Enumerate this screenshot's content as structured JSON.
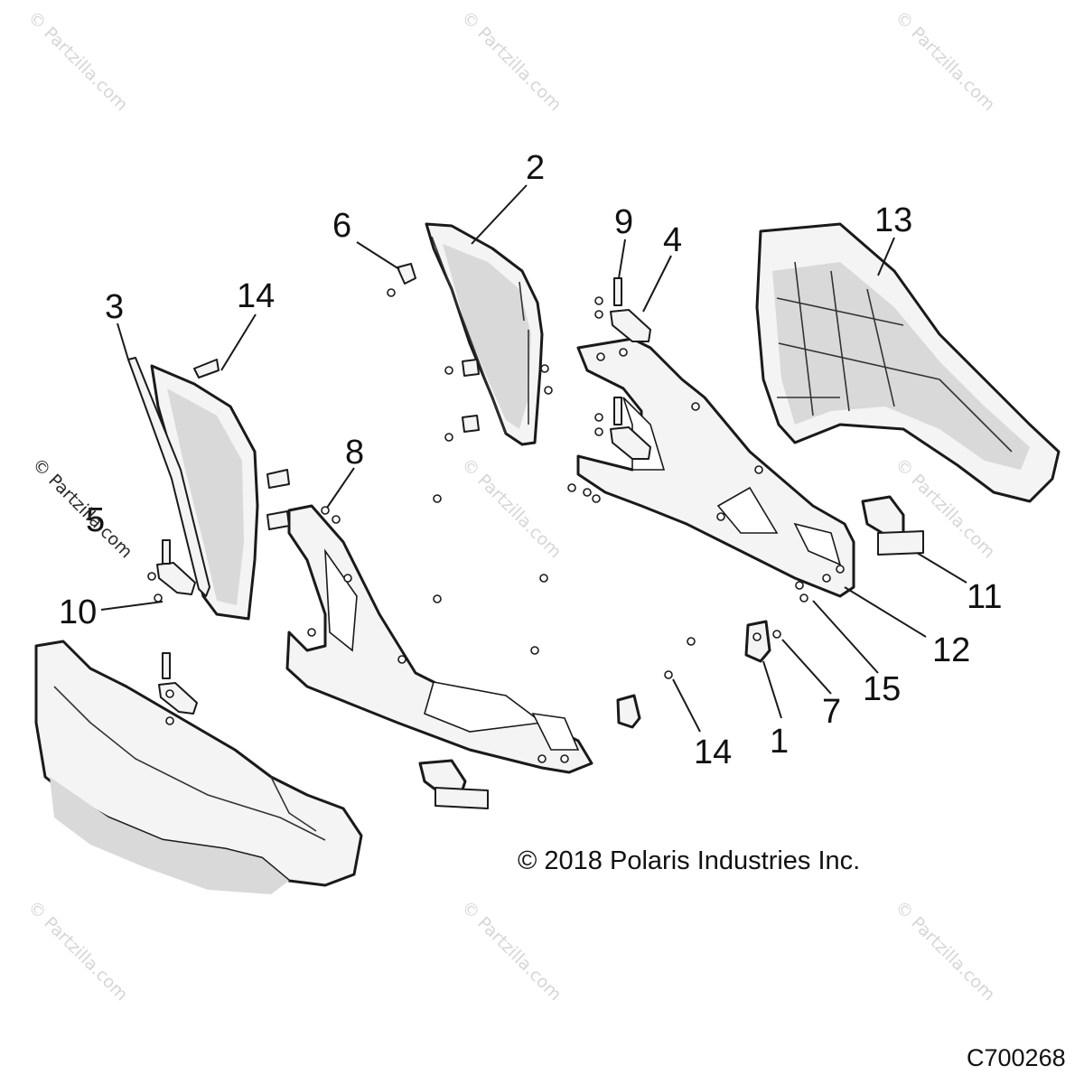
{
  "copyright": "© 2018 Polaris Industries Inc.",
  "diagram_code": "C700268",
  "watermark_text": "© Partzilla.com",
  "callouts": [
    "1",
    "2",
    "3",
    "4",
    "5",
    "6",
    "7",
    "8",
    "9",
    "10",
    "11",
    "12",
    "13",
    "14",
    "15"
  ]
}
